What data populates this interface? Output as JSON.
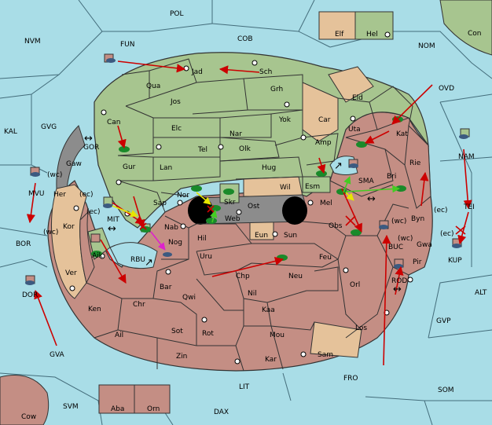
{
  "colors": {
    "sea": "#a9dde7",
    "player_green": "#a7c58f",
    "player_red": "#c48e84",
    "neutral": "#e5c29a",
    "ocean_line": "#446d7b",
    "arrow_red": "#cc0000",
    "arrow_green": "#44cc22",
    "arrow_yellow": "#e6e600",
    "arrow_magenta": "#dd22cc"
  },
  "seas": {
    "pol": "POL",
    "fun": "FUN",
    "cob": "COB",
    "nvm": "NVM",
    "nom": "NOM",
    "con": "Con",
    "ovd": "OVD",
    "kal": "KAL",
    "gvg": "GVG",
    "gor": "GOR",
    "bor": "BOR",
    "nam": "NAM",
    "tei": "TEI",
    "alt": "ALT",
    "gvp": "GVP",
    "gva": "GVA",
    "fro": "FRO",
    "lit": "LIT",
    "svm": "SVM",
    "som": "SOM",
    "dax": "DAX",
    "cow": "Cow",
    "mvu": "MVU",
    "dor": "DOR",
    "kup": "KUP",
    "buc": "BUC",
    "rod": "ROD",
    "mit": "MIT",
    "rbu": "RBU",
    "sma": "SMA"
  },
  "provinces": {
    "elf": "Elf",
    "hel": "Hel",
    "jad": "Jad",
    "sch": "Sch",
    "qua": "Qua",
    "jos": "Jos",
    "grh": "Grh",
    "eld": "Eld",
    "can": "Can",
    "elc": "Elc",
    "nar": "Nar",
    "yok": "Yok",
    "car": "Car",
    "uta": "Uta",
    "kat": "Kat",
    "tel": "Tel",
    "olk": "Olk",
    "amp": "Amp",
    "gur": "Gur",
    "lan": "Lan",
    "hug": "Hug",
    "esm": "Esm",
    "bri": "Bri",
    "rie": "Rie",
    "gaw": "Gaw",
    "wil": "Wil",
    "nor": "Nor",
    "skr": "Skr",
    "ost": "Ost",
    "web": "Web",
    "mel": "Mel",
    "sap": "Sap",
    "her": "Her",
    "kor": "Kor",
    "nab": "Nab",
    "eun": "Eun",
    "sun": "Sun",
    "obs": "Obs",
    "byn": "Byn",
    "gwa": "Gwa",
    "pir": "Pir",
    "aik": "Aik",
    "hil": "Hil",
    "nog": "Nog",
    "ver": "Ver",
    "uru": "Uru",
    "feu": "Feu",
    "chp": "Chp",
    "neu": "Neu",
    "orl": "Orl",
    "bar": "Bar",
    "qwi": "Qwi",
    "nil": "Nil",
    "ken": "Ken",
    "chr": "Chr",
    "kaa": "Kaa",
    "ail": "Ail",
    "sot": "Sot",
    "rot": "Rot",
    "mou": "Mou",
    "los": "Los",
    "zin": "Zin",
    "kar": "Kar",
    "sam": "Sam",
    "aba": "Aba",
    "orn": "Orn"
  },
  "coast_tags": {
    "wc1": "(wc)",
    "ec1": "(ec)",
    "wc2": "(wc)",
    "ec2": "(ec)",
    "wc3": "(wc)",
    "ec3": "(ec)",
    "wc4": "(wc)",
    "ec4": "(ec)"
  },
  "symbols": {
    "canal": "↔",
    "canal_diag": "↗"
  }
}
